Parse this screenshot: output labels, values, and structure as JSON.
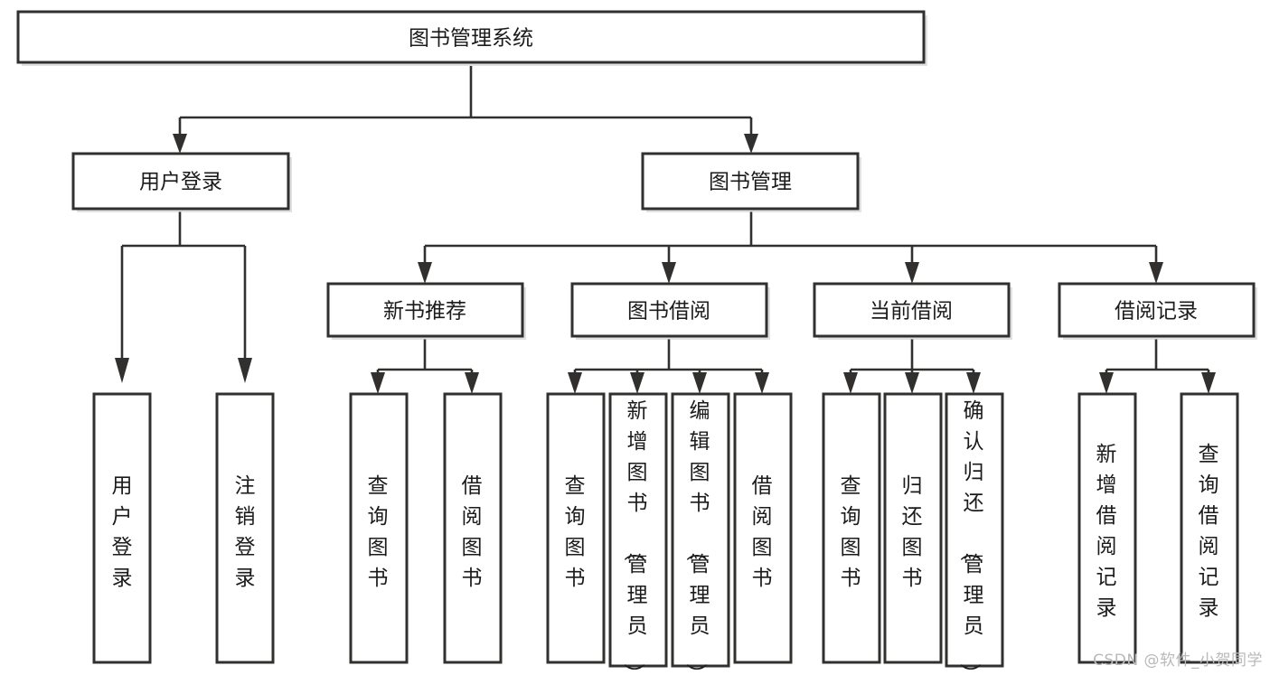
{
  "diagram": {
    "type": "tree",
    "title": "图书管理系统",
    "orientation": "top-down",
    "watermark": "CSDN @软件_小贺同学",
    "levels": [
      {
        "level": 0,
        "nodes": [
          {
            "id": "root",
            "label": "图书管理系统",
            "text_orientation": "horizontal"
          }
        ]
      },
      {
        "level": 1,
        "nodes": [
          {
            "id": "login",
            "label": "用户登录",
            "text_orientation": "horizontal",
            "parent": "root"
          },
          {
            "id": "bookmgmt",
            "label": "图书管理",
            "text_orientation": "horizontal",
            "parent": "root"
          }
        ]
      },
      {
        "level": 2,
        "nodes": [
          {
            "id": "newbook",
            "label": "新书推荐",
            "text_orientation": "horizontal",
            "parent": "bookmgmt"
          },
          {
            "id": "borrow",
            "label": "图书借阅",
            "text_orientation": "horizontal",
            "parent": "bookmgmt"
          },
          {
            "id": "current",
            "label": "当前借阅",
            "text_orientation": "horizontal",
            "parent": "bookmgmt"
          },
          {
            "id": "records",
            "label": "借阅记录",
            "text_orientation": "horizontal",
            "parent": "bookmgmt"
          }
        ]
      },
      {
        "level": 3,
        "nodes": [
          {
            "id": "l1",
            "label": "用户登录",
            "text_orientation": "vertical",
            "parent": "login"
          },
          {
            "id": "l2",
            "label": "注销登录",
            "text_orientation": "vertical",
            "parent": "login"
          },
          {
            "id": "n1",
            "label": "查询图书",
            "text_orientation": "vertical",
            "parent": "newbook"
          },
          {
            "id": "n2",
            "label": "借阅图书",
            "text_orientation": "vertical",
            "parent": "newbook"
          },
          {
            "id": "b1",
            "label": "查询图书",
            "text_orientation": "vertical",
            "parent": "borrow"
          },
          {
            "id": "b2",
            "label": "新增图书（管理员）",
            "text_orientation": "vertical",
            "parent": "borrow"
          },
          {
            "id": "b3",
            "label": "编辑图书（管理员）",
            "text_orientation": "vertical",
            "parent": "borrow"
          },
          {
            "id": "b4",
            "label": "借阅图书",
            "text_orientation": "vertical",
            "parent": "borrow"
          },
          {
            "id": "c1",
            "label": "查询图书",
            "text_orientation": "vertical",
            "parent": "current"
          },
          {
            "id": "c2",
            "label": "归还图书",
            "text_orientation": "vertical",
            "parent": "current"
          },
          {
            "id": "c3",
            "label": "确认归还（管理员）",
            "text_orientation": "vertical",
            "parent": "current"
          },
          {
            "id": "r1",
            "label": "新增借阅记录",
            "text_orientation": "vertical",
            "parent": "records"
          },
          {
            "id": "r2",
            "label": "查询借阅记录",
            "text_orientation": "vertical",
            "parent": "records"
          }
        ]
      }
    ],
    "colors": {
      "box_fill": "#ffffff",
      "box_stroke": "#31302f",
      "text": "#1b1b1b",
      "watermark": "#b9b9b9",
      "background": "#ffffff"
    }
  }
}
